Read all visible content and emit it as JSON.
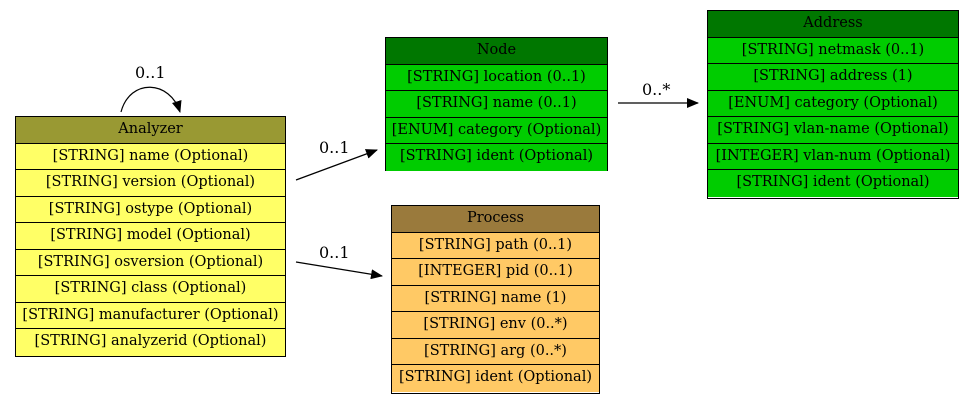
{
  "colors": {
    "analyzer_header": "#999933",
    "analyzer_row": "#ffff66",
    "node_header": "#007700",
    "node_row": "#00cc00",
    "process_header": "#9a7a3c",
    "process_row": "#ffc965",
    "edge": "#000000"
  },
  "classes": {
    "analyzer": {
      "name": "Analyzer",
      "fields": [
        "[STRING] name (Optional)",
        "[STRING] version (Optional)",
        "[STRING] ostype (Optional)",
        "[STRING] model (Optional)",
        "[STRING] osversion (Optional)",
        "[STRING] class (Optional)",
        "[STRING] manufacturer (Optional)",
        "[STRING] analyzerid (Optional)"
      ]
    },
    "node": {
      "name": "Node",
      "fields": [
        "[STRING] location (0..1)",
        "[STRING] name (0..1)",
        "[ENUM] category (Optional)",
        "[STRING] ident (Optional)"
      ]
    },
    "address": {
      "name": "Address",
      "fields": [
        "[STRING] netmask (0..1)",
        "[STRING] address (1)",
        "[ENUM] category (Optional)",
        "[STRING] vlan-name (Optional)",
        "[INTEGER] vlan-num (Optional)",
        "[STRING] ident (Optional)"
      ]
    },
    "process": {
      "name": "Process",
      "fields": [
        "[STRING] path (0..1)",
        "[INTEGER] pid (0..1)",
        "[STRING] name (1)",
        "[STRING] env (0..*)",
        "[STRING] arg (0..*)",
        "[STRING] ident (Optional)"
      ]
    }
  },
  "edges": {
    "analyzer_self": "0..1",
    "analyzer_node": "0..1",
    "analyzer_process": "0..1",
    "node_address": "0..*"
  }
}
